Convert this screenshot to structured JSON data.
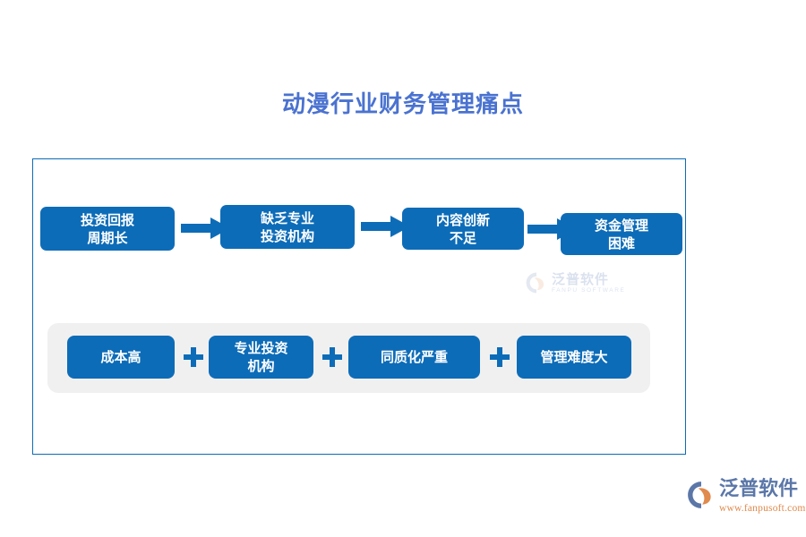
{
  "page": {
    "background": "#ffffff",
    "title": "动漫行业财务管理痛点",
    "title_color": "#4a72d0",
    "accent_color": "#0d6cb8",
    "panel_gray": "#f0f0f0"
  },
  "frame": {
    "border_color": "#0d6cb8"
  },
  "flow": {
    "steps": [
      {
        "label": "投资回报\n周期长"
      },
      {
        "label": "缺乏专业\n投资机构"
      },
      {
        "label": "内容创新\n不足"
      },
      {
        "label": "资金管理\n困难"
      }
    ],
    "connector": "arrow-right-icon"
  },
  "tags": {
    "separator": "+",
    "items": [
      {
        "label": "成本高"
      },
      {
        "label": "专业投资\n机构"
      },
      {
        "label": "同质化严重"
      },
      {
        "label": "管理难度大"
      }
    ]
  },
  "watermark": {
    "cn": "泛普软件",
    "en": "FANPU SOFTWARE"
  },
  "brand": {
    "cn": "泛普软件",
    "url": "www.fanpusoft.com"
  }
}
